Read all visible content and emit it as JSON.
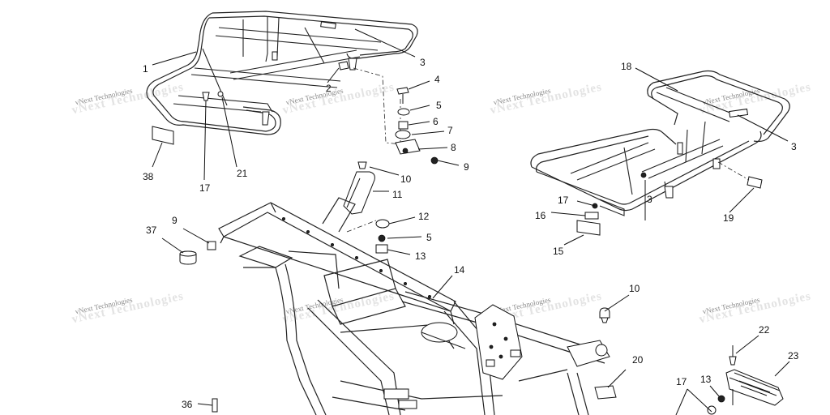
{
  "watermark": "vNext Technologies",
  "callouts": {
    "c1": "1",
    "c2": "2",
    "c3a": "3",
    "c4": "4",
    "c5a": "5",
    "c6": "6",
    "c7": "7",
    "c8": "8",
    "c9a": "9",
    "c10a": "10",
    "c11": "11",
    "c12": "12",
    "c5b": "5",
    "c13a": "13",
    "c14": "14",
    "c9b": "9",
    "c37": "37",
    "c38": "38",
    "c17a": "17",
    "c21": "21",
    "c18": "18",
    "c3b": "3",
    "c3c": "3",
    "c17b": "17",
    "c16": "16",
    "c19": "19",
    "c15": "15",
    "c10b": "10",
    "c20": "20",
    "c22": "22",
    "c23": "23",
    "c17c": "17",
    "c13b": "13",
    "c36": "36"
  },
  "colors": {
    "line": "#111111",
    "watermark": "#8a8a8a",
    "background": "#ffffff"
  }
}
